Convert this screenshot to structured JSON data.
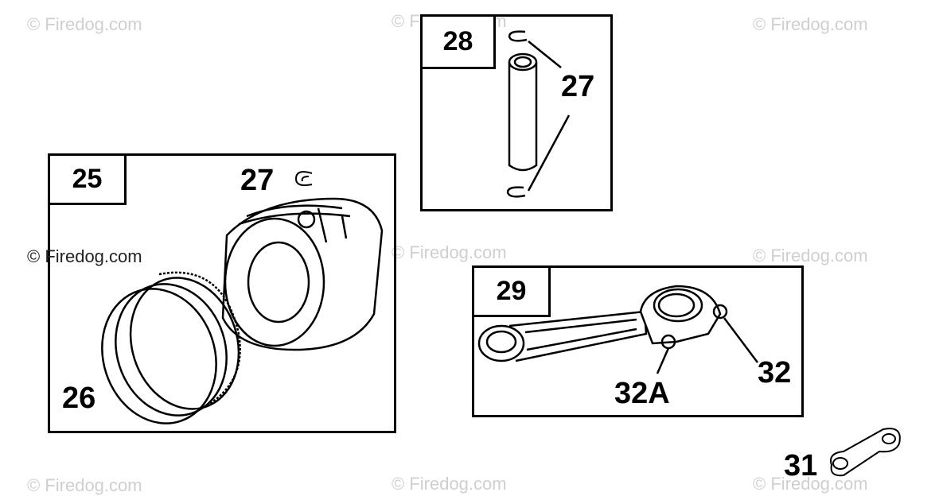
{
  "watermark": "© Firedog.com",
  "panels": {
    "p25": {
      "tag": "25"
    },
    "p28": {
      "tag": "28"
    },
    "p29": {
      "tag": "29"
    }
  },
  "callouts": {
    "c27a": "27",
    "c27b": "27",
    "c26": "26",
    "c32": "32",
    "c32a": "32A",
    "c31": "31"
  }
}
